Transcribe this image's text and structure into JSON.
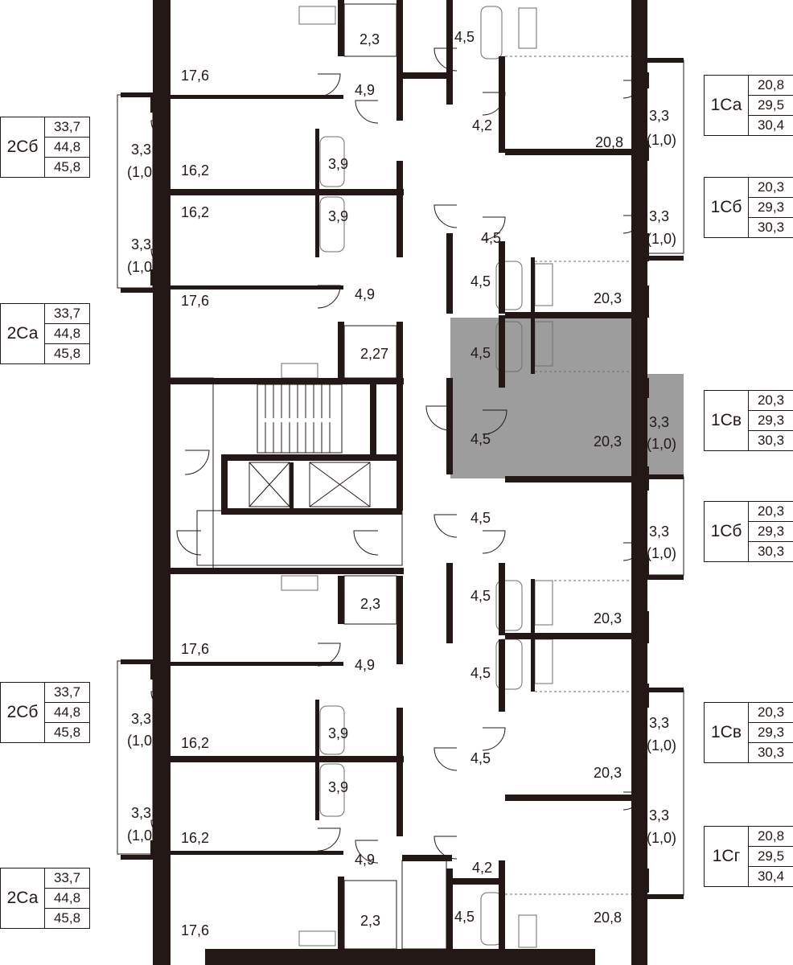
{
  "colors": {
    "wall": "#231815",
    "highlight": "#9d9d9d",
    "fixture": "#6e6e6e"
  },
  "unit_tables": [
    {
      "code": "2Сб",
      "areas": [
        "33,7",
        "44,8",
        "45,8"
      ]
    },
    {
      "code": "2Са",
      "areas": [
        "33,7",
        "44,8",
        "45,8"
      ]
    },
    {
      "code": "2Сб",
      "areas": [
        "33,7",
        "44,8",
        "45,8"
      ]
    },
    {
      "code": "2Са",
      "areas": [
        "33,7",
        "44,8",
        "45,8"
      ]
    },
    {
      "code": "1Са",
      "areas": [
        "20,8",
        "29,5",
        "30,4"
      ]
    },
    {
      "code": "1Сб",
      "areas": [
        "20,3",
        "29,3",
        "30,3"
      ]
    },
    {
      "code": "1Св",
      "areas": [
        "20,3",
        "29,3",
        "30,3"
      ]
    },
    {
      "code": "1Сб",
      "areas": [
        "20,3",
        "29,3",
        "30,3"
      ]
    },
    {
      "code": "1Св",
      "areas": [
        "20,3",
        "29,3",
        "30,3"
      ]
    },
    {
      "code": "1Сг",
      "areas": [
        "20,8",
        "29,5",
        "30,4"
      ]
    }
  ],
  "room_labels": [
    "17,6",
    "2,3",
    "4,9",
    "3,3",
    "(1,0)",
    "16,2",
    "3,9",
    "16,2",
    "3,9",
    "3,3",
    "(1,0)",
    "4,9",
    "17,6",
    "2,27",
    "17,6",
    "2,3",
    "4,9",
    "3,3",
    "(1,0)",
    "16,2",
    "3,9",
    "3,9",
    "3,3",
    "(1,0)",
    "16,2",
    "4,9",
    "17,6",
    "2,3",
    "4,5",
    "4,2",
    "20,8",
    "3,3",
    "(1,0)",
    "4,5",
    "3,3",
    "(1,0)",
    "4,5",
    "20,3",
    "4,5",
    "4,5",
    "20,3",
    "3,3",
    "(1,0)",
    "4,5",
    "3,3",
    "(1,0)",
    "4,5",
    "20,3",
    "4,5",
    "4,5",
    "20,3",
    "3,3",
    "(1,0)",
    "3,3",
    "(1,0)",
    "4,2",
    "4,5",
    "20,8"
  ]
}
